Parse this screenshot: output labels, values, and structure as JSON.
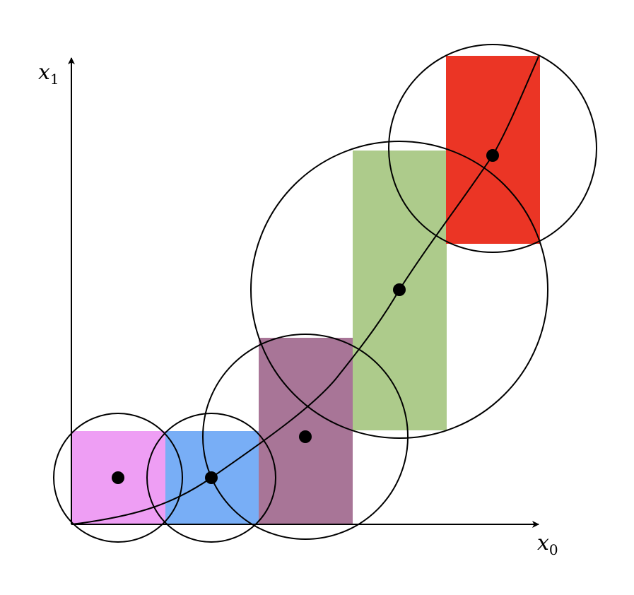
{
  "axes": {
    "x_label_main": "x",
    "x_label_sub": "0",
    "y_label_main": "x",
    "y_label_sub": "1"
  },
  "colors": {
    "line": "#000000",
    "point": "#000000",
    "background": "#ffffff"
  },
  "boxes": [
    {
      "name": "box-magenta",
      "color": "#EE9EF4"
    },
    {
      "name": "box-blue",
      "color": "#78AEF6"
    },
    {
      "name": "box-purple",
      "color": "#A87597"
    },
    {
      "name": "box-green",
      "color": "#ADCB8B"
    },
    {
      "name": "box-red",
      "color": "#EB3525"
    }
  ]
}
